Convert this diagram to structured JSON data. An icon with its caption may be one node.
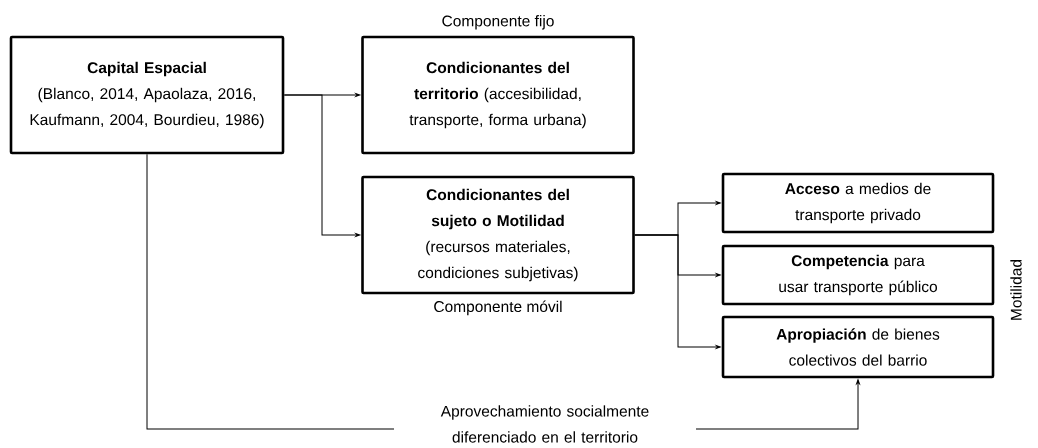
{
  "diagram": {
    "nodes": [
      {
        "text": [
          "Capital Espacial",
          "(Blanco, 2014, Apaolaza, 2016, Kaufmann, 2004, Bourdieu, 1986)"
        ]
      },
      {
        "text": [
          "**Condicionantes del territorio** (accesibilidad, transporte, forma urbana)"
        ],
        "beside": [
          "Componente fijo"
        ]
      },
      {
        "text": [
          "Condicionantes del sujeto o Motilidad",
          "(recursos materiales, condiciones subjetivas)"
        ],
        "beside": [
          "Componente móvil"
        ]
      },
      {
        "text": [
          "**Acceso** a medios de transporte privado"
        ]
      },
      {
        "text": [
          "**Competencia** para usar transporte público"
        ]
      },
      {
        "text": [
          "**Apropiación** de bienes colectivos del barrio"
        ]
      }
    ],
    "edges": [
      {
        "from": 0,
        "to": 1,
        "arrow": "to"
      },
      {
        "from": 0,
        "to": 2,
        "arrow": "to"
      },
      {
        "from": 2,
        "to": 3,
        "arrow": "to"
      },
      {
        "from": 2,
        "to": 4,
        "arrow": "to"
      },
      {
        "from": 2,
        "to": 5,
        "arrow": "to"
      },
      {
        "from": 0,
        "to": 5,
        "arrow": "to",
        "label": "Aprovechamiento socialmente diferenciado en el territorio"
      }
    ],
    "labels": [
      "Motilidad"
    ]
  }
}
